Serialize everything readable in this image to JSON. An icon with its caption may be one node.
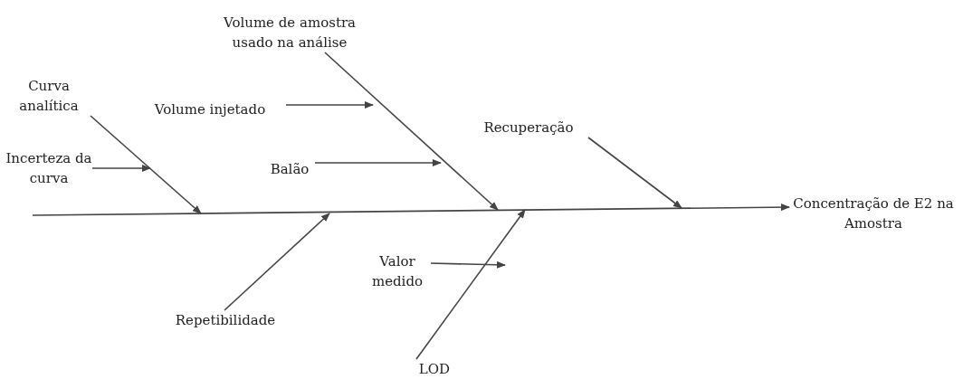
{
  "diagram": {
    "nodes": [
      {
        "text": [
          "Volume de amostra usado na análise"
        ]
      },
      {
        "text": [
          "Curva analítica"
        ]
      },
      {
        "text": [
          "Volume injetado"
        ]
      },
      {
        "text": [
          "Incerteza da curva"
        ]
      },
      {
        "text": [
          "Balão"
        ]
      },
      {
        "text": [
          "Recuperação"
        ]
      },
      {
        "text": [
          "Concentração de E2 na Amostra"
        ]
      },
      {
        "text": [
          "Valor medido"
        ]
      },
      {
        "text": [
          "Repetibilidade"
        ]
      },
      {
        "text": [
          "LOD"
        ]
      }
    ],
    "edges": [
      {
        "from": null,
        "to": 6,
        "arrow": "to"
      },
      {
        "from": 0,
        "to": null,
        "arrow": "to"
      },
      {
        "from": 2,
        "to": null,
        "arrow": "to"
      },
      {
        "from": 4,
        "to": null,
        "arrow": "to"
      },
      {
        "from": 1,
        "to": null,
        "arrow": "to"
      },
      {
        "from": 3,
        "to": null,
        "arrow": "to"
      },
      {
        "from": 5,
        "to": null,
        "arrow": "to"
      },
      {
        "from": 8,
        "to": null,
        "arrow": "to"
      },
      {
        "from": 9,
        "to": null,
        "arrow": "to"
      },
      {
        "from": 7,
        "to": null,
        "arrow": "to"
      }
    ]
  }
}
